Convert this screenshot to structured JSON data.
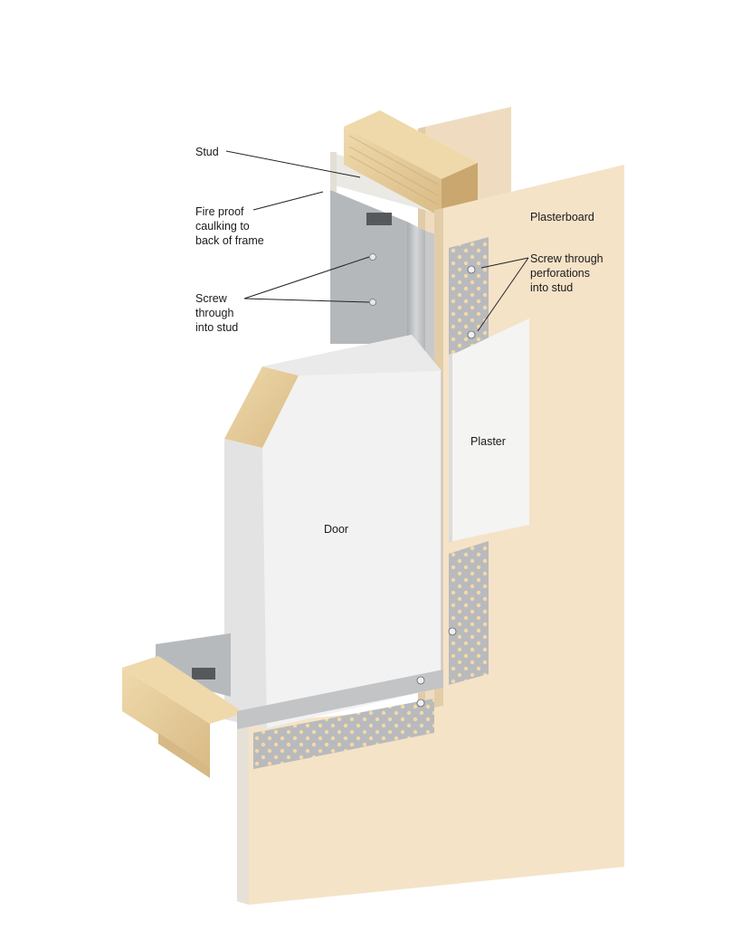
{
  "labels": {
    "stud": "Stud",
    "caulking": "Fire proof\ncaulking to\nback of frame",
    "screw_into_stud": "Screw\nthrough\ninto stud",
    "plasterboard": "Plasterboard",
    "screw_perforations": "Screw through\nperforations\ninto stud",
    "plaster": "Plaster",
    "door": "Door"
  },
  "colors": {
    "plasterboard_front": "#f5e3c8",
    "plasterboard_edge": "#e8d4b5",
    "timber": "#e7cf9f",
    "timber_dark": "#d2b480",
    "steel": "#c6c8ca",
    "steel_dark": "#9a9da0",
    "door_face": "#f2f2f2",
    "door_edge": "#dedede",
    "plaster": "#f4f4f2",
    "perforation": "#f3d9a6",
    "leader": "#222222"
  }
}
